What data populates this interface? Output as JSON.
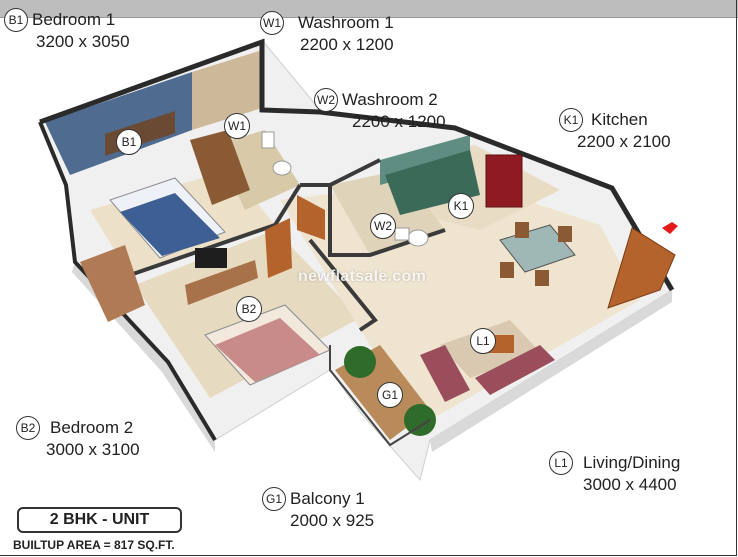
{
  "rooms": [
    {
      "code": "B1",
      "name": "Bedroom 1",
      "dims": "3200 x 3050"
    },
    {
      "code": "W1",
      "name": "Washroom 1",
      "dims": "2200 x 1200"
    },
    {
      "code": "W2",
      "name": "Washroom 2",
      "dims": "2200 x 1200"
    },
    {
      "code": "K1",
      "name": "Kitchen",
      "dims": "2200 x 2100"
    },
    {
      "code": "B2",
      "name": "Bedroom 2",
      "dims": "3000 x 3100"
    },
    {
      "code": "L1",
      "name": "Living/Dining",
      "dims": "3000 x 4400"
    },
    {
      "code": "G1",
      "name": "Balcony 1",
      "dims": "2000 x 925"
    }
  ],
  "watermark": "newflatsale.com",
  "unit_label": "2 BHK - UNIT",
  "builtup_area": "BUILTUP AREA = 817 SQ.FT.",
  "colors": {
    "bedroom1_wall": "#4f6b8f",
    "floor_tile": "#e8dcc4",
    "wood": "#b5632c",
    "kitchen_counter": "#3b6a58",
    "sofa": "#9a4d5a",
    "rug": "#c98a8a",
    "wall_top": "#2a2a2a"
  },
  "icons": {
    "entry": "red-arrow-icon"
  }
}
